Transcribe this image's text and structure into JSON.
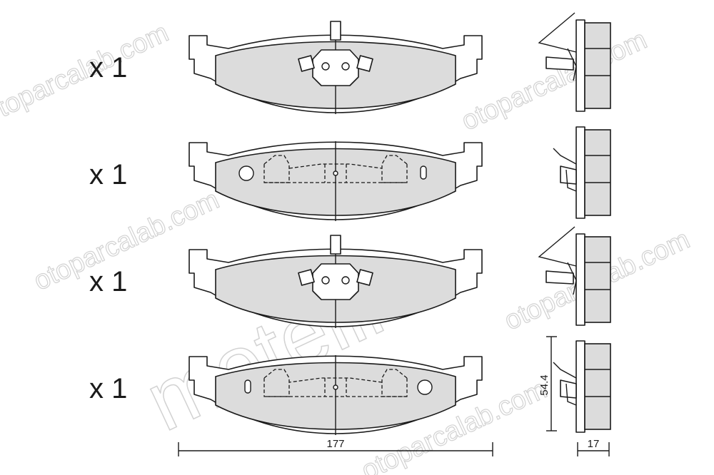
{
  "watermark": {
    "site": "otoparcalab.com",
    "brand": "metelli"
  },
  "pads": [
    {
      "quantity_label": "x 1",
      "variant": "with-wear-clip"
    },
    {
      "quantity_label": "x 1",
      "variant": "spring-clip"
    },
    {
      "quantity_label": "x 1",
      "variant": "with-wear-clip"
    },
    {
      "quantity_label": "x 1",
      "variant": "spring-clip"
    }
  ],
  "dimensions": {
    "width": "177",
    "height": "54.4",
    "thickness": "17"
  },
  "colors": {
    "friction_material": "#dcdcdc",
    "outline": "#1a1a1a",
    "watermark": "#d2d2d2"
  }
}
